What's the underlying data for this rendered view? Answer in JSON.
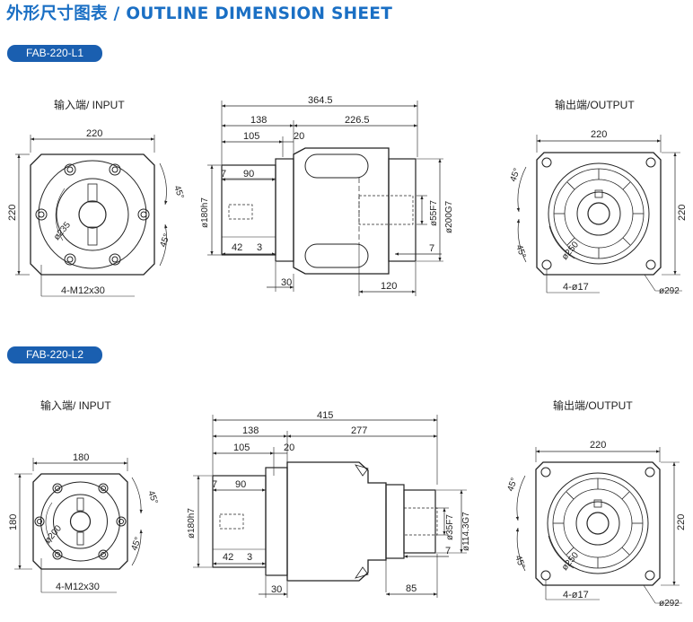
{
  "page_title": "外形尺寸图表 / OUTLINE DIMENSION SHEET",
  "models": [
    {
      "label": "FAB-220-L1",
      "input_view": {
        "caption": "输入端/ INPUT",
        "width": "220",
        "height": "220",
        "bolt_circle": "ø235",
        "angle_1": "45°",
        "angle_2": "45°",
        "screws": "4-M12x30"
      },
      "side_view": {
        "overall_length": "364.5",
        "len_138": "138",
        "len_226": "226.5",
        "len_105": "105",
        "len_20": "20",
        "len_7": "7",
        "len_90": "90",
        "len_42": "42",
        "len_3": "3",
        "len_30": "30",
        "len_120": "120",
        "len_7b": "7",
        "dia_180": "ø180h7",
        "dia_shaft": "ø55F7",
        "dia_flange": "ø200G7"
      },
      "output_view": {
        "caption": "输出端/OUTPUT",
        "width": "220",
        "height": "220",
        "pcd": "ø250",
        "holes": "4-ø17",
        "outer": "ø292",
        "angle_1": "45°",
        "angle_2": "45°"
      }
    },
    {
      "label": "FAB-220-L2",
      "input_view": {
        "caption": "输入端/ INPUT",
        "width": "180",
        "height": "180",
        "bolt_circle": "ø200",
        "angle_1": "45°",
        "angle_2": "45°",
        "screws": "4-M12x30"
      },
      "side_view": {
        "overall_length": "415",
        "len_138": "138",
        "len_277": "277",
        "len_105": "105",
        "len_20": "20",
        "len_7": "7",
        "len_90": "90",
        "len_42": "42",
        "len_3": "3",
        "len_30": "30",
        "len_85": "85",
        "len_7b": "7",
        "dia_180": "ø180h7",
        "dia_shaft": "ø35F7",
        "dia_flange": "ø114.3G7"
      },
      "output_view": {
        "caption": "输出端/OUTPUT",
        "width": "220",
        "height": "220",
        "pcd": "ø250",
        "holes": "4-ø17",
        "outer": "ø292",
        "angle_1": "45°",
        "angle_2": "45°"
      }
    }
  ]
}
